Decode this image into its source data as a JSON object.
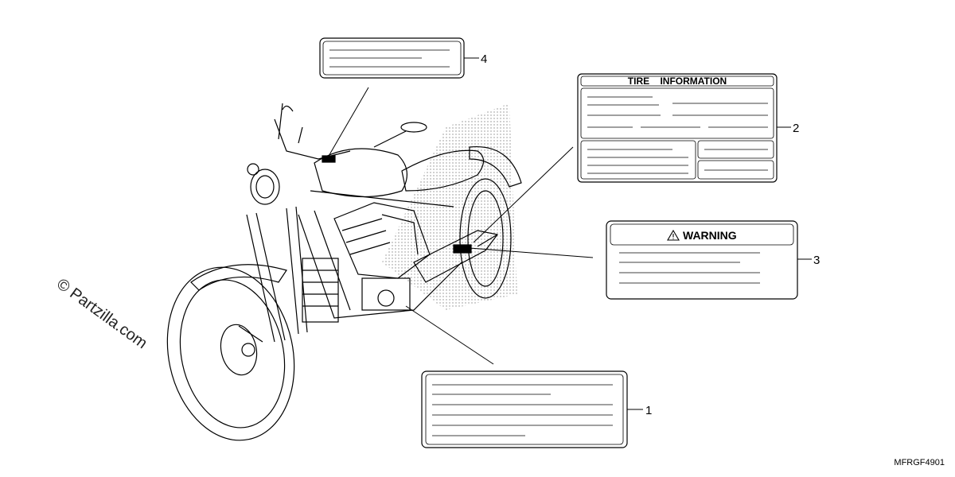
{
  "labels": {
    "tire": {
      "title": "TIRE    INFORMATION"
    },
    "warning": {
      "title": "WARNING"
    }
  },
  "callouts": [
    "1",
    "2",
    "3",
    "4"
  ],
  "diagram_code": "MFRGF4901",
  "watermark": "© Partzilla.com",
  "colors": {
    "line": "#000000",
    "shading": "#8a8a8a",
    "background": "#ffffff"
  }
}
